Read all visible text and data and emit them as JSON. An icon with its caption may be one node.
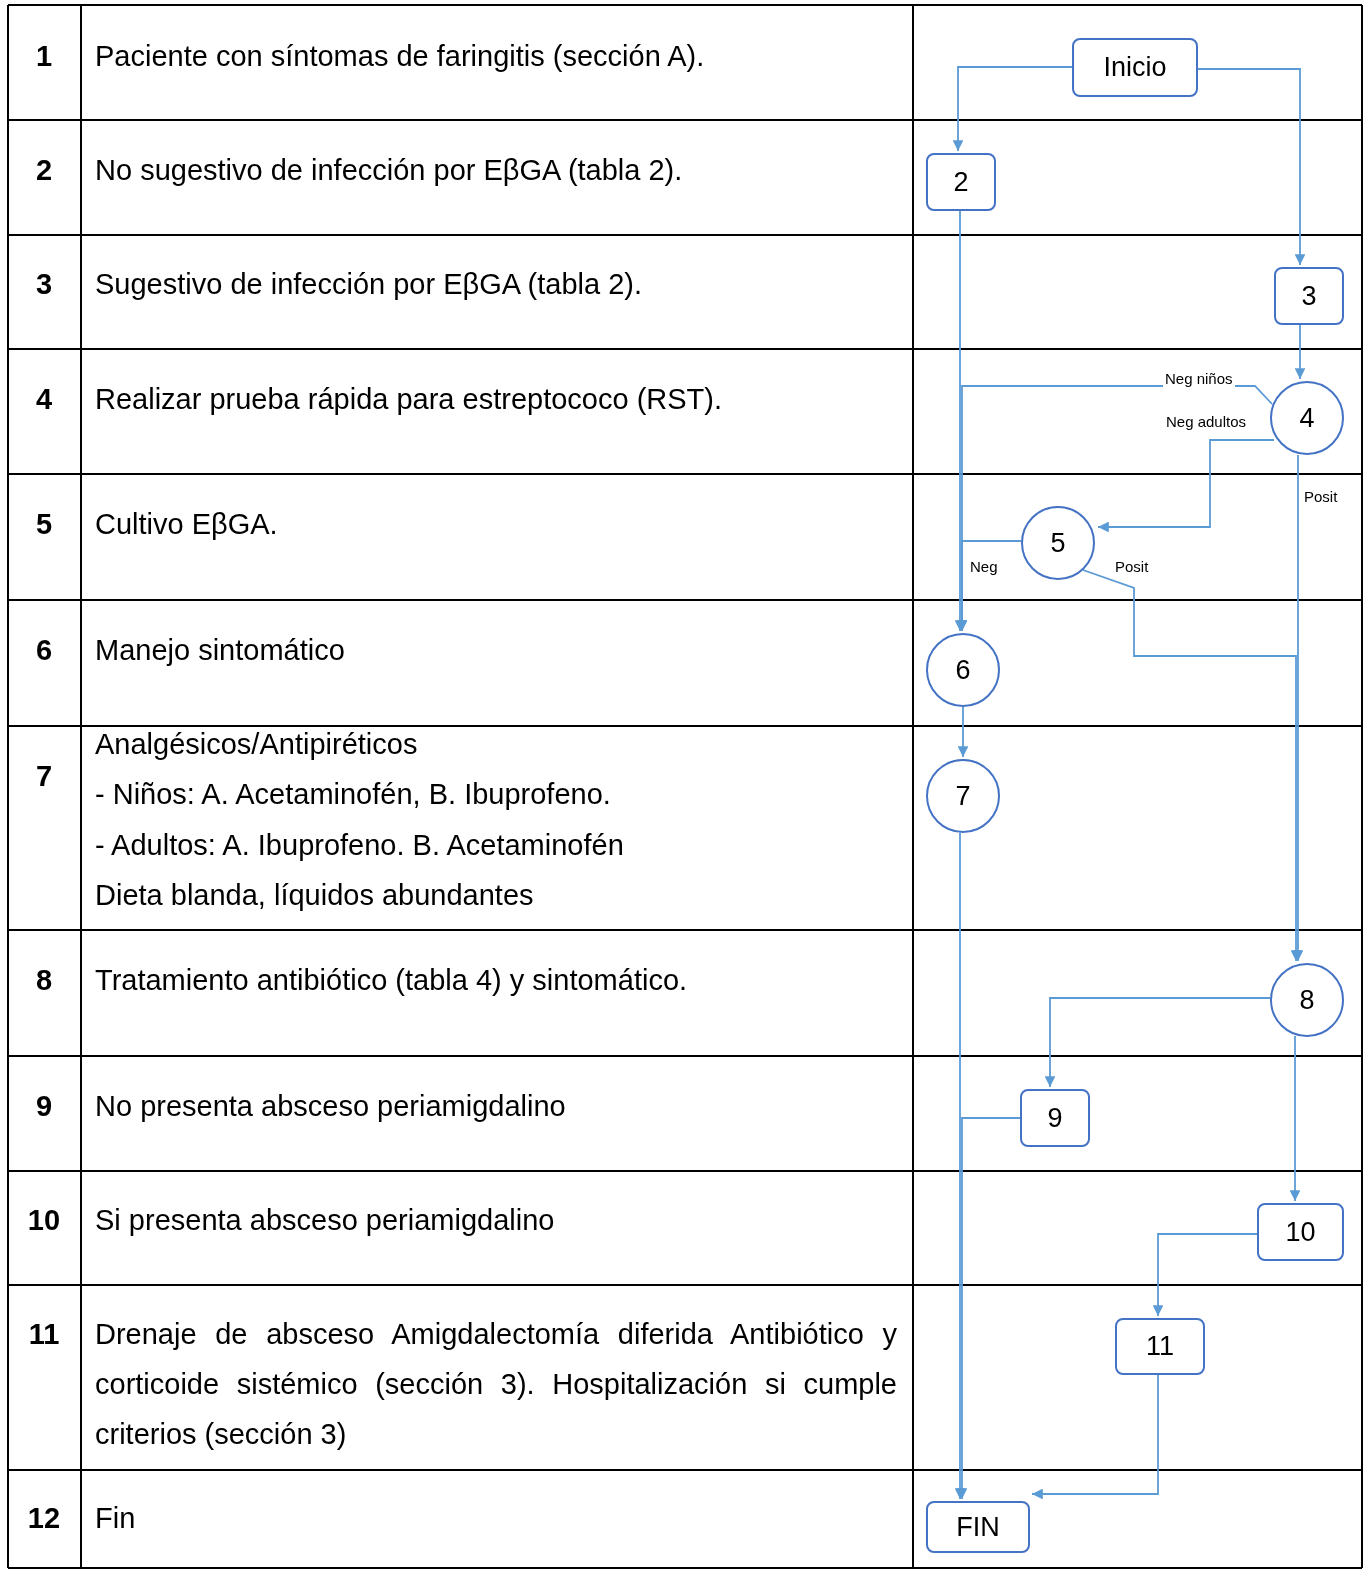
{
  "diagram": {
    "nodes": [
      {
        "text": [
          "Inicio"
        ]
      },
      {
        "text": [
          "2"
        ]
      },
      {
        "text": [
          "3"
        ]
      },
      {
        "text": [
          "4"
        ]
      },
      {
        "text": [
          "5"
        ]
      },
      {
        "text": [
          "6"
        ]
      },
      {
        "text": [
          "7"
        ]
      },
      {
        "text": [
          "8"
        ]
      },
      {
        "text": [
          "9"
        ]
      },
      {
        "text": [
          "10"
        ]
      },
      {
        "text": [
          "11"
        ]
      },
      {
        "text": [
          "FIN"
        ]
      }
    ],
    "edges": [
      {
        "from": 0,
        "to": 1,
        "arrow": "to"
      },
      {
        "from": 0,
        "to": 2,
        "arrow": "to"
      },
      {
        "from": 1,
        "to": 5,
        "arrow": "to"
      },
      {
        "from": 2,
        "to": 3,
        "arrow": "to"
      },
      {
        "from": 3,
        "to": 5,
        "arrow": "to",
        "label": "Neg niños"
      },
      {
        "from": 3,
        "to": 4,
        "arrow": "to",
        "label": "Neg adultos"
      },
      {
        "from": 3,
        "to": 7,
        "arrow": "to",
        "label": "Posit"
      },
      {
        "from": 4,
        "to": 5,
        "arrow": "to",
        "label": "Neg"
      },
      {
        "from": 4,
        "to": 7,
        "arrow": "to",
        "label": "Posit"
      },
      {
        "from": 5,
        "to": 6,
        "arrow": "to"
      },
      {
        "from": 6,
        "to": 11,
        "arrow": "to"
      },
      {
        "from": 7,
        "to": 8,
        "arrow": "to"
      },
      {
        "from": 7,
        "to": 9,
        "arrow": "to"
      },
      {
        "from": 8,
        "to": 11,
        "arrow": "to"
      },
      {
        "from": 9,
        "to": 10,
        "arrow": "to"
      },
      {
        "from": 10,
        "to": 11,
        "arrow": "to"
      }
    ],
    "labels": [
      "1",
      "Paciente con síntomas de faringitis (sección A).",
      "2",
      "No sugestivo de infección por EβGA (tabla 2).",
      "3",
      "Sugestivo de infección por EβGA (tabla 2).",
      "4",
      "Realizar prueba rápida para estreptococo (RST).",
      "5",
      "Cultivo EβGA.",
      "6",
      "Manejo sintomático",
      "7",
      "Analgésicos/Antipiréticos",
      "- Niños: A. Acetaminofén, B. Ibuprofeno.",
      "- Adultos: A. Ibuprofeno. B. Acetaminofén",
      "Dieta blanda, líquidos abundantes",
      "8",
      "Tratamiento antibiótico (tabla 4) y sintomático.",
      "9",
      "No presenta absceso periamigdalino",
      "10",
      "Si presenta absceso periamigdalino",
      "11",
      "Drenaje de absceso Amigdalectomía diferida Antibiótico y corticoide sistémico (sección 3). Hospitalización si cumple criterios (sección 3)",
      "12",
      "Fin"
    ]
  }
}
